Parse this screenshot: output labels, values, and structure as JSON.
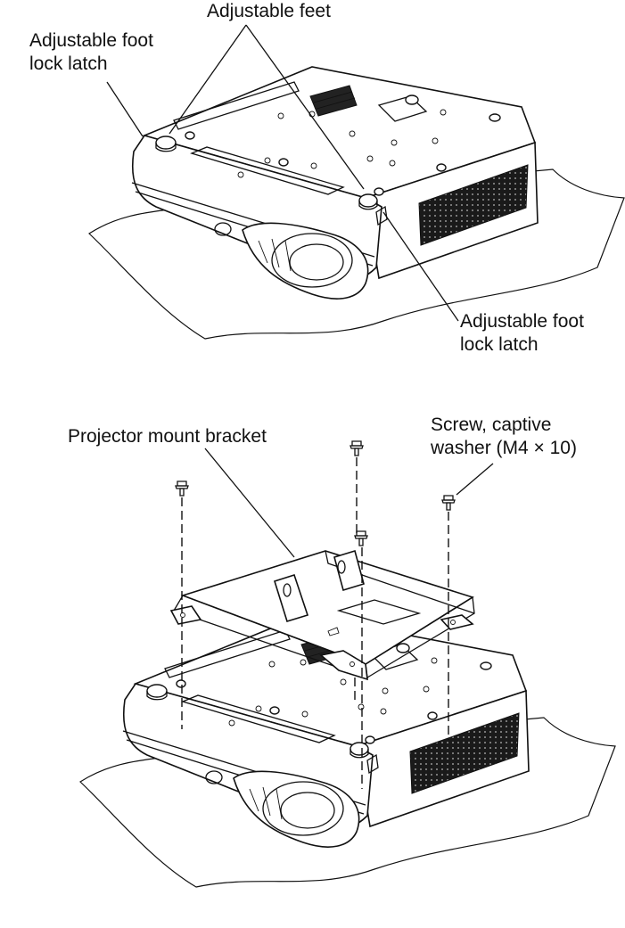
{
  "labels": {
    "adjustable_feet": "Adjustable feet",
    "lock_latch_top": [
      "Adjustable foot",
      "lock latch"
    ],
    "lock_latch_right": [
      "Adjustable foot",
      "lock latch"
    ],
    "mount_bracket": "Projector mount bracket",
    "screw": [
      "Screw, captive",
      "washer (M4 × 10)"
    ]
  }
}
